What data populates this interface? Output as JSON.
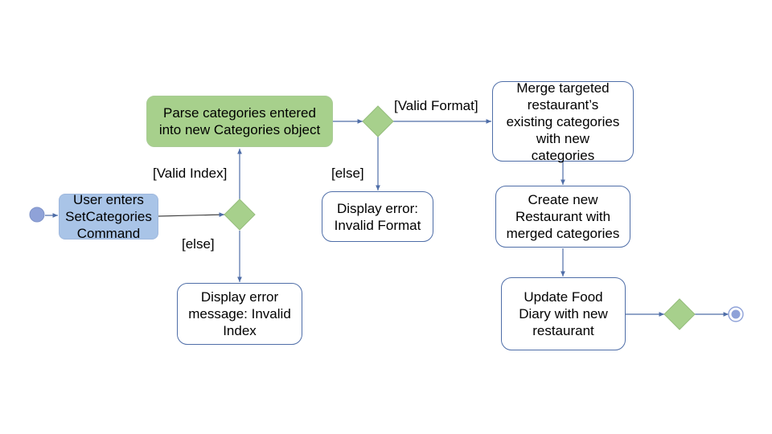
{
  "nodes": {
    "user_enters": "User enters\nSetCategories\nCommand",
    "parse_categories": "Parse categories entered\ninto new Categories object",
    "error_invalid_index": "Display error\nmessage: Invalid\nIndex",
    "error_invalid_format": "Display error:\nInvalid Format",
    "merge_categories": "Merge targeted\nrestaurant’s\nexisting categories\nwith new\ncategories",
    "create_restaurant": "Create new\nRestaurant with\nmerged categories",
    "update_diary": "Update Food\nDiary with new\nrestaurant"
  },
  "guards": {
    "valid_index": "[Valid Index]",
    "else_index": "[else]",
    "valid_format": "[Valid Format]",
    "else_format": "[else]"
  },
  "colors": {
    "edge": "#4f6ea8",
    "decision_fill": "#a7d08c",
    "initial_node": "#8fa2d8"
  }
}
